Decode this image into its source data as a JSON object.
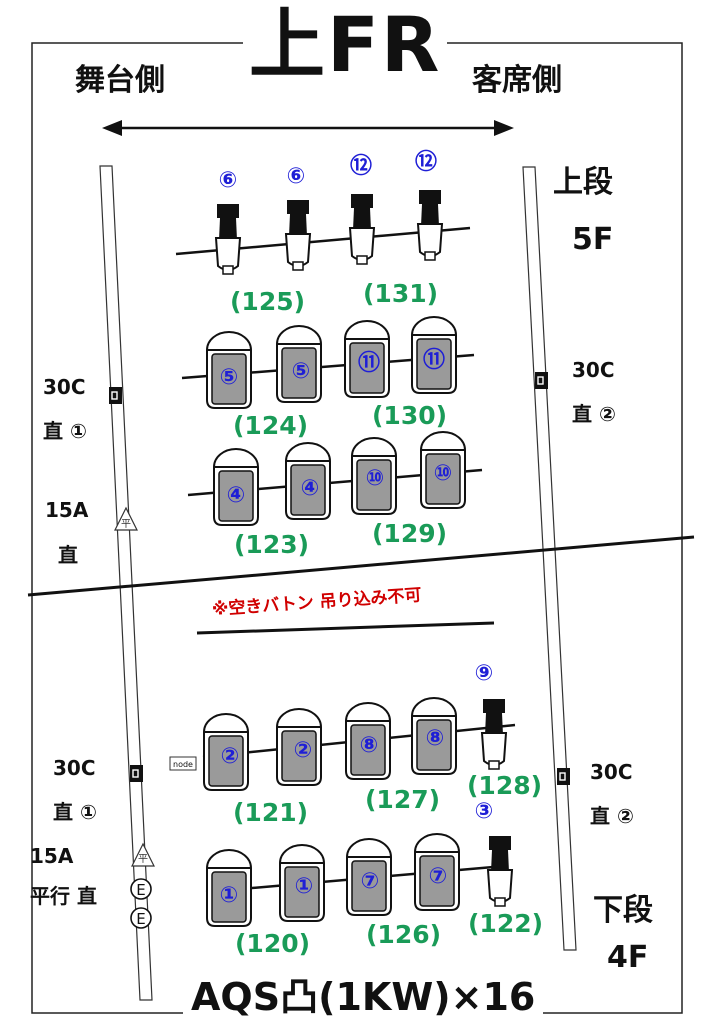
{
  "title": "上FR",
  "stage_side": "舞台側",
  "audience_side": "客席側",
  "upper_level": {
    "label": "上段",
    "floor": "5F"
  },
  "lower_level": {
    "label": "下段",
    "floor": "4F"
  },
  "circuits": {
    "left_upper_30c": "30C",
    "left_upper_30c_sub": "直 ①",
    "right_upper_30c": "30C",
    "right_upper_30c_sub": "直 ②",
    "left_upper_15a": "15A",
    "left_upper_15a_sub": "直",
    "left_lower_30c": "30C",
    "left_lower_30c_sub": "直 ①",
    "right_lower_30c": "30C",
    "right_lower_30c_sub": "直 ②",
    "left_lower_15a": "15A",
    "left_lower_15a_sub": "平行 直"
  },
  "symbols": {
    "flat_symbol": "平",
    "e_symbol": "E",
    "node_label": "node"
  },
  "warning": "※空きバトン 吊り込み不可",
  "footer": "AQS凸(1KW)×16",
  "colors": {
    "channel": "#1f1fd6",
    "dimmer": "#1a9b58",
    "warning": "#d00000"
  },
  "batten_groups": [
    "(125)",
    "(131)",
    "(124)",
    "(130)",
    "(123)",
    "(129)",
    "(121)",
    "(127)",
    "(128)",
    "(120)",
    "(126)",
    "(122)"
  ],
  "fixtures": [
    {
      "kind": "profile",
      "channel": "⑥"
    },
    {
      "kind": "profile",
      "channel": "⑥"
    },
    {
      "kind": "profile",
      "channel": "⑫"
    },
    {
      "kind": "profile",
      "channel": "⑫"
    },
    {
      "kind": "flood",
      "channel": "⑤"
    },
    {
      "kind": "flood",
      "channel": "⑤"
    },
    {
      "kind": "flood",
      "channel": "⑪"
    },
    {
      "kind": "flood",
      "channel": "⑪"
    },
    {
      "kind": "flood",
      "channel": "④"
    },
    {
      "kind": "flood",
      "channel": "④"
    },
    {
      "kind": "flood",
      "channel": "⑩"
    },
    {
      "kind": "flood",
      "channel": "⑩"
    },
    {
      "kind": "flood",
      "channel": "②"
    },
    {
      "kind": "flood",
      "channel": "②"
    },
    {
      "kind": "flood",
      "channel": "⑧"
    },
    {
      "kind": "flood",
      "channel": "⑧"
    },
    {
      "kind": "profile",
      "channel": "⑨"
    },
    {
      "kind": "flood",
      "channel": "①"
    },
    {
      "kind": "flood",
      "channel": "①"
    },
    {
      "kind": "flood",
      "channel": "⑦"
    },
    {
      "kind": "flood",
      "channel": "⑦"
    },
    {
      "kind": "profile",
      "channel": "③"
    }
  ]
}
